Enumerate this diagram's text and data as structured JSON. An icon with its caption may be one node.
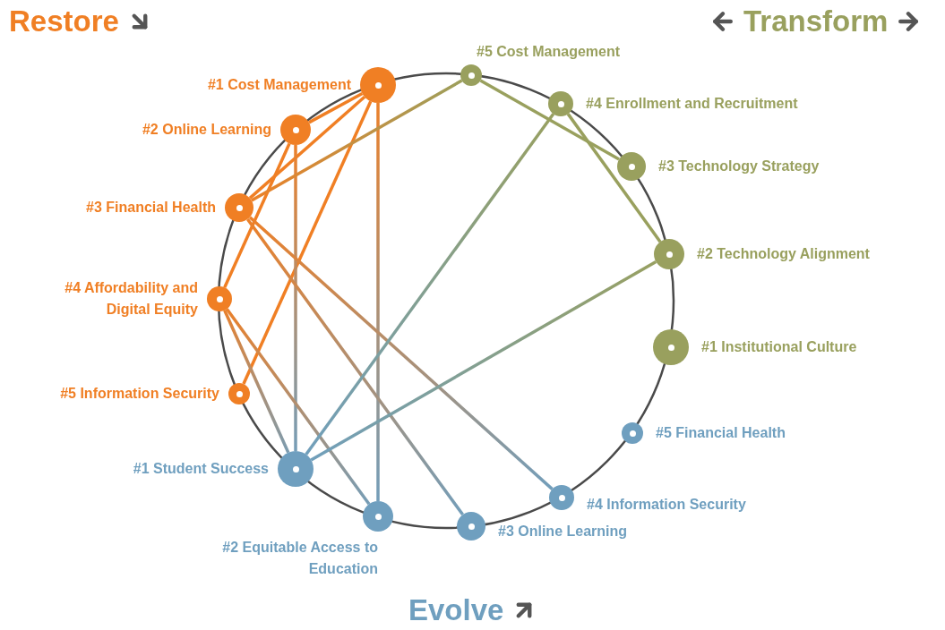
{
  "diagram": {
    "nodes": [
      {
        "text": [
          "#1 Cost Management"
        ]
      },
      {
        "text": [
          "#2 Online Learning"
        ]
      },
      {
        "text": [
          "#3 Financial Health"
        ]
      },
      {
        "text": [
          "#4 Affordability and Digital Equity"
        ]
      },
      {
        "text": [
          "#5 Information Security"
        ]
      },
      {
        "text": [
          "#5 Cost Management"
        ]
      },
      {
        "text": [
          "#4 Enrollment and Recruitment"
        ]
      },
      {
        "text": [
          "#3 Technology Strategy"
        ]
      },
      {
        "text": [
          "#2 Technology Alignment"
        ]
      },
      {
        "text": [
          "#1 Institutional Culture"
        ]
      },
      {
        "text": [
          "#5 Financial Health"
        ]
      },
      {
        "text": [
          "#4 Information Security"
        ]
      },
      {
        "text": [
          "#3 Online Learning"
        ]
      },
      {
        "text": [
          "#2 Equitable Access to Education"
        ]
      },
      {
        "text": [
          "#1 Student Success"
        ]
      }
    ],
    "edges": [
      {
        "from": 0,
        "to": 1,
        "arrow": "none"
      },
      {
        "from": 0,
        "to": 2,
        "arrow": "none"
      },
      {
        "from": 0,
        "to": 4,
        "arrow": "none"
      },
      {
        "from": 0,
        "to": 13,
        "arrow": "none"
      },
      {
        "from": 1,
        "to": 3,
        "arrow": "none"
      },
      {
        "from": 1,
        "to": 14,
        "arrow": "none"
      },
      {
        "from": 2,
        "to": 5,
        "arrow": "none"
      },
      {
        "from": 2,
        "to": 12,
        "arrow": "none"
      },
      {
        "from": 2,
        "to": 11,
        "arrow": "none"
      },
      {
        "from": 3,
        "to": 14,
        "arrow": "none"
      },
      {
        "from": 3,
        "to": 13,
        "arrow": "none"
      },
      {
        "from": 14,
        "to": 6,
        "arrow": "none"
      },
      {
        "from": 14,
        "to": 8,
        "arrow": "none"
      },
      {
        "from": 5,
        "to": 7,
        "arrow": "none"
      },
      {
        "from": 6,
        "to": 8,
        "arrow": "none"
      }
    ],
    "labels": [
      "Restore",
      "Transform",
      "Evolve"
    ]
  }
}
